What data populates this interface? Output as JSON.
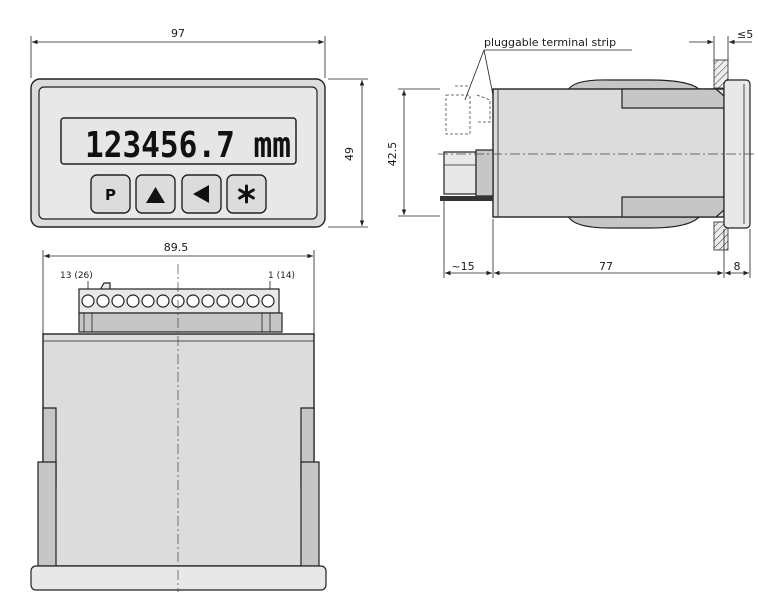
{
  "front_view": {
    "display_text": "123456.7 mm",
    "keys": [
      {
        "label": "P",
        "icon": "letter-p"
      },
      {
        "label": "▲",
        "icon": "triangle-up-icon"
      },
      {
        "label": "◀",
        "icon": "triangle-left-icon"
      },
      {
        "label": "✱",
        "icon": "asterisk-icon"
      }
    ],
    "dim_width": "97",
    "dim_height": "49"
  },
  "side_view": {
    "note": "pluggable terminal strip",
    "dim_height": "42.5",
    "dim_panel": "≤5",
    "dim_terminal": "~15",
    "dim_depth": "77",
    "dim_front": "8"
  },
  "top_view": {
    "dim_width": "89.5",
    "terminal_left": "13 (26)",
    "terminal_right": "1 (14)"
  }
}
